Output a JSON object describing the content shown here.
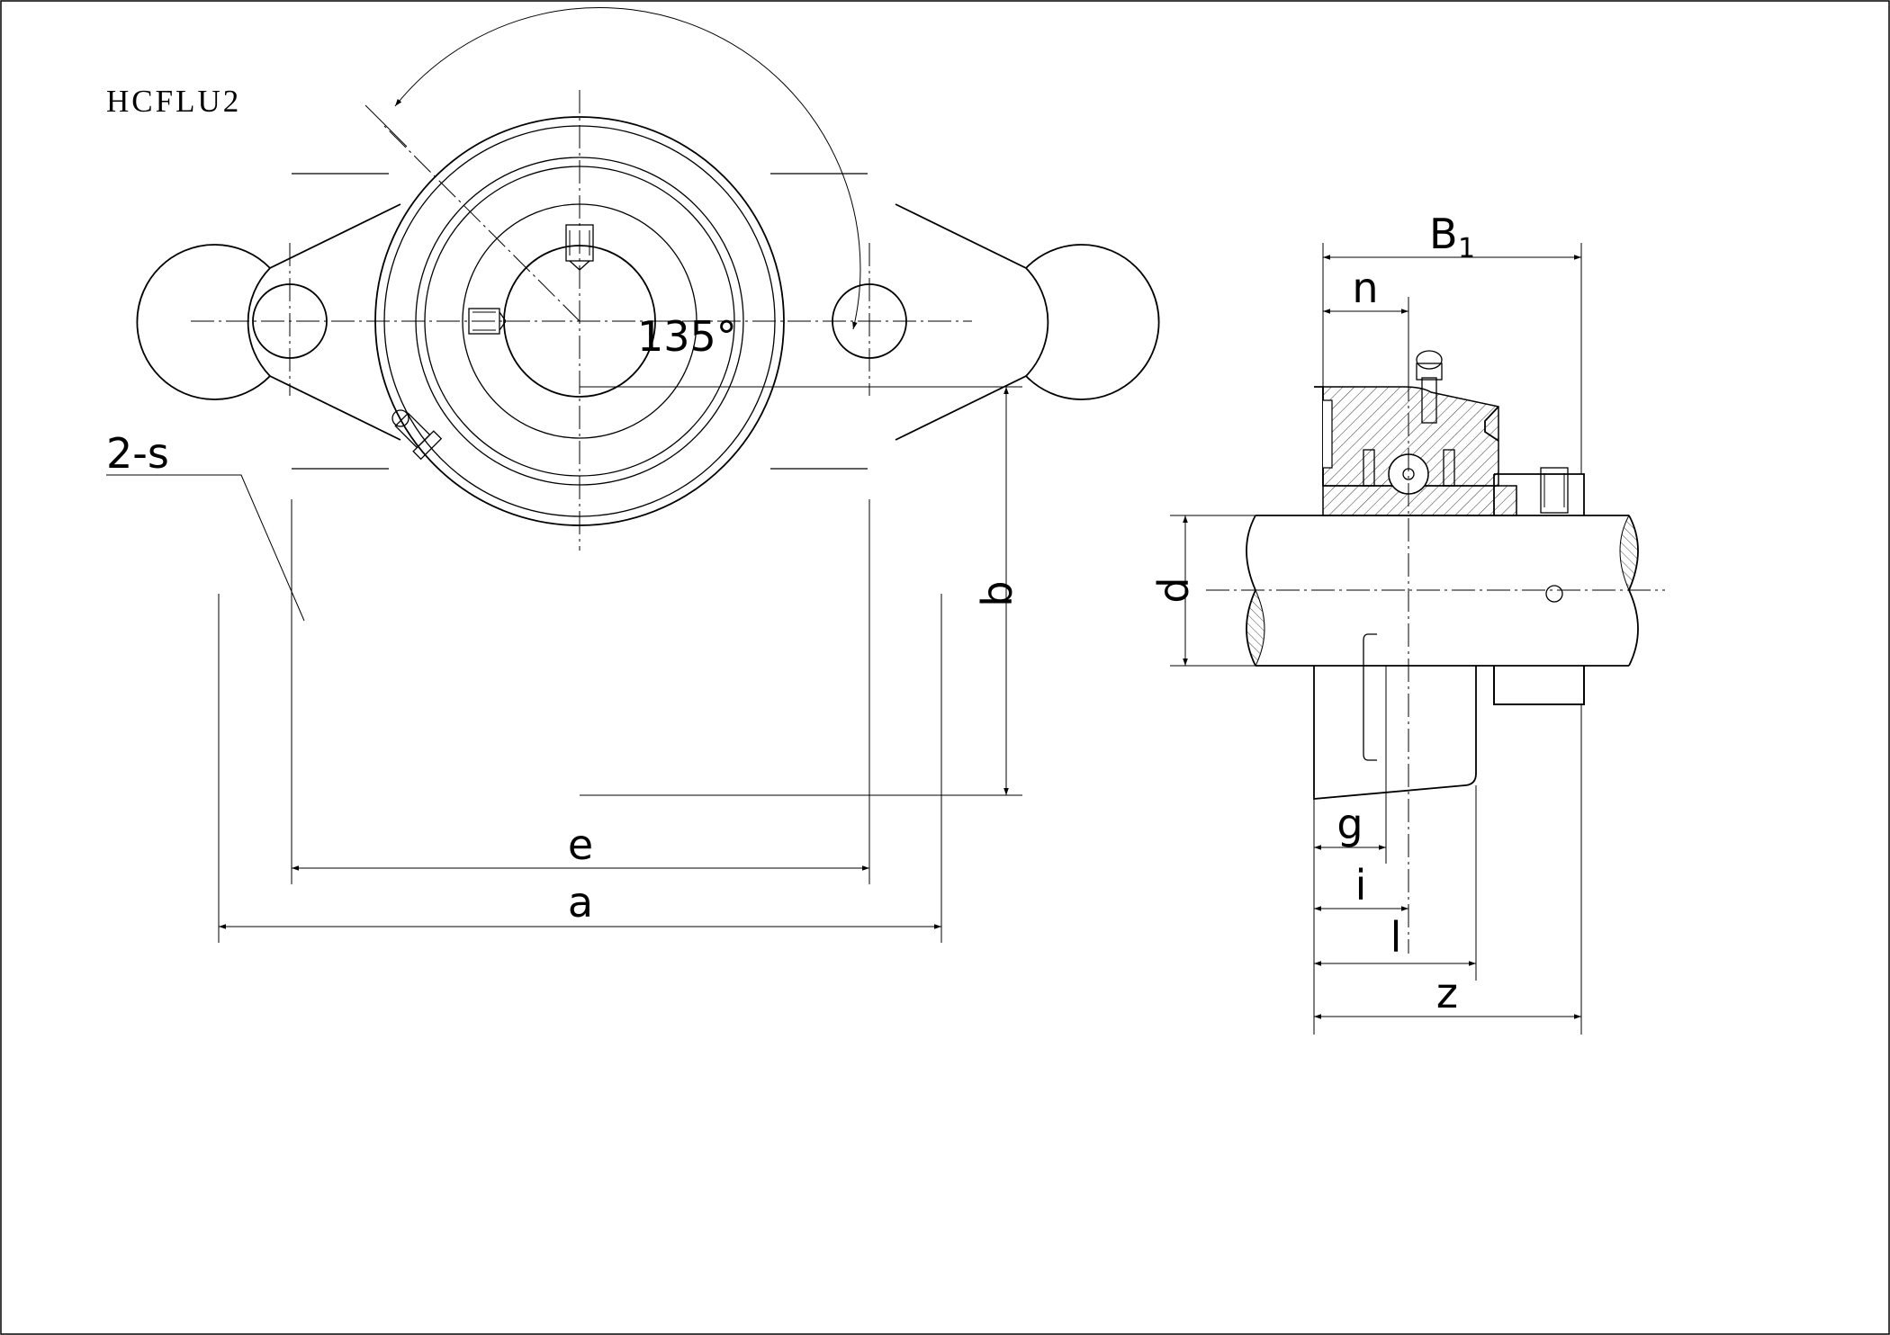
{
  "drawing": {
    "title": "HCFLU2",
    "colors": {
      "line": "#000000",
      "background": "#ffffff"
    }
  },
  "front_view": {
    "angle_label": "135°",
    "holes_label": "2-s",
    "dim_e": "e",
    "dim_a": "a",
    "dim_b": "b"
  },
  "side_view": {
    "dim_B": "B",
    "dim_B_sub": "1",
    "dim_n": "n",
    "dim_d": "d",
    "dim_g": "g",
    "dim_i": "i",
    "dim_l": "l",
    "dim_z": "z"
  }
}
